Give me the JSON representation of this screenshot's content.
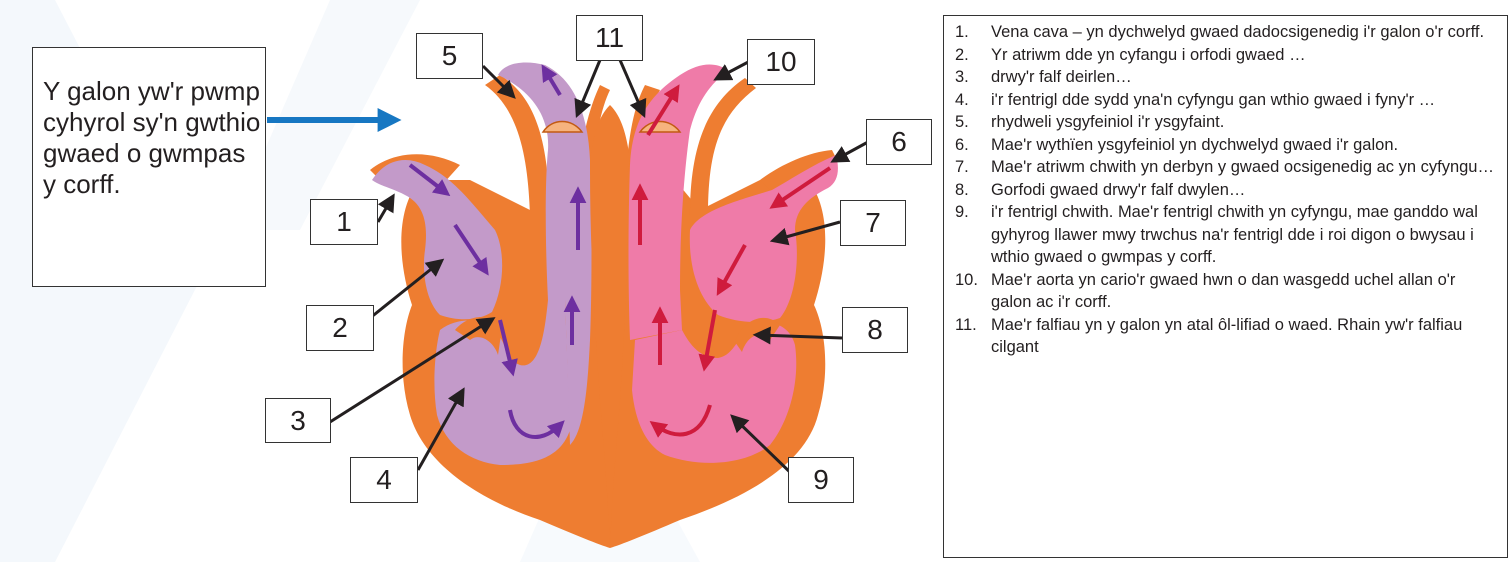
{
  "intro_text": "Y galon yw'r pwmp cyhyrol sy'n gwthio gwaed o gwmpas y corff.",
  "number_labels": [
    "1",
    "2",
    "3",
    "4",
    "5",
    "6",
    "7",
    "8",
    "9",
    "10",
    "11"
  ],
  "legend": [
    {
      "num": "1.",
      "text": "Vena cava – yn dychwelyd gwaed dadocsigenedig i'r galon o'r corff."
    },
    {
      "num": "2.",
      "text": "Yr atriwm dde yn cyfangu i orfodi gwaed …"
    },
    {
      "num": "3.",
      "text": "drwy'r falf deirlen…"
    },
    {
      "num": "4.",
      "text": "i'r fentrigl dde sydd yna'n cyfyngu gan wthio gwaed i fyny'r …"
    },
    {
      "num": "5.",
      "text": "rhydweli ysgyfeiniol i'r ysgyfaint."
    },
    {
      "num": "6.",
      "text": "Mae'r wythïen ysgyfeiniol yn dychwelyd gwaed i'r galon."
    },
    {
      "num": "7.",
      "text": "Mae'r atriwm chwith yn derbyn y gwaed ocsigenedig ac yn cyfyngu…"
    },
    {
      "num": "8.",
      "text": "Gorfodi gwaed drwy'r falf dwylen…"
    },
    {
      "num": "9.",
      "text": "i'r fentrigl chwith. Mae'r fentrigl chwith yn cyfyngu, mae ganddo wal gyhyrog llawer mwy trwchus na'r fentrigl dde i roi digon o bwysau i wthio gwaed o gwmpas y corff."
    },
    {
      "num": "10.",
      "text": "Mae'r aorta yn cario'r gwaed hwn o dan wasgedd uchel allan o'r galon ac i'r corff."
    },
    {
      "num": "11.",
      "text": "Mae'r falfiau yn y galon yn atal ôl-lifiad o waed. Rhain yw'r falfiau cilgant"
    }
  ],
  "colors": {
    "muscle": "#ee7d31",
    "deoxygenated": "#c39ac9",
    "oxygenated": "#ef7ba8",
    "arrow_deoxygenated": "#6d2fa0",
    "arrow_oxygenated": "#cf1b3d",
    "pointer_arrow": "#1777c2"
  }
}
